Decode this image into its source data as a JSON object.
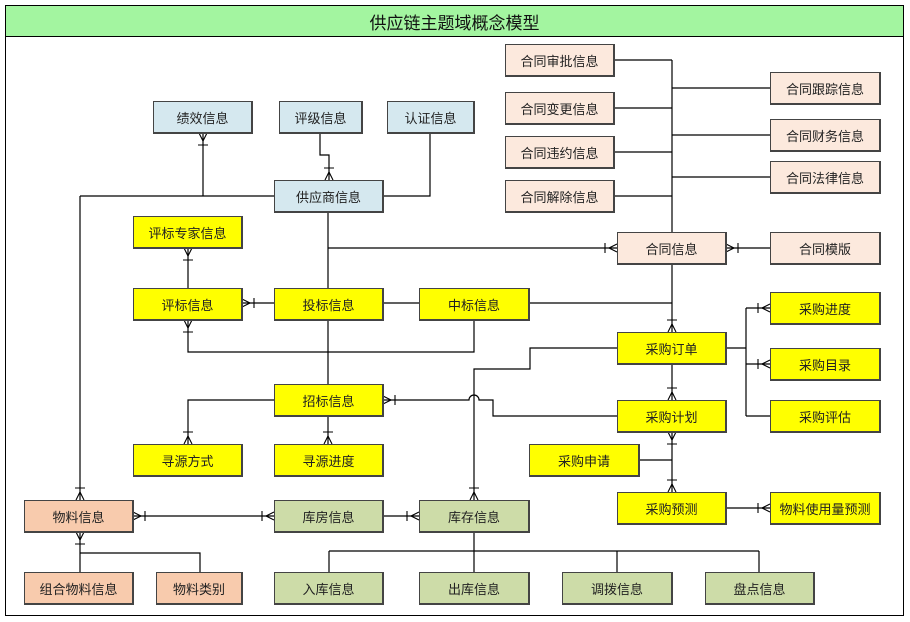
{
  "title": "供应链主题域概念模型",
  "colors": {
    "title_bar": "#A3F5A0",
    "supplier": "#D5E8EF",
    "bidding": "#FFFF00",
    "contract": "#FCE9DD",
    "purchase": "#FFFF00",
    "material": "#F8CBAD",
    "warehouse": "#CDDCA8",
    "line": "#000000"
  },
  "entities": {
    "performance": {
      "label": "绩效信息",
      "group": "supplier"
    },
    "rating": {
      "label": "评级信息",
      "group": "supplier"
    },
    "certification": {
      "label": "认证信息",
      "group": "supplier"
    },
    "supplier": {
      "label": "供应商信息",
      "group": "supplier"
    },
    "bid_expert": {
      "label": "评标专家信息",
      "group": "bidding"
    },
    "bid_evaluation": {
      "label": "评标信息",
      "group": "bidding"
    },
    "bid_submission": {
      "label": "投标信息",
      "group": "bidding"
    },
    "bid_award": {
      "label": "中标信息",
      "group": "bidding"
    },
    "tender": {
      "label": "招标信息",
      "group": "bidding"
    },
    "sourcing_method": {
      "label": "寻源方式",
      "group": "bidding"
    },
    "sourcing_progress": {
      "label": "寻源进度",
      "group": "bidding"
    },
    "contract_approval": {
      "label": "合同审批信息",
      "group": "contract"
    },
    "contract_change": {
      "label": "合同变更信息",
      "group": "contract"
    },
    "contract_breach": {
      "label": "合同违约信息",
      "group": "contract"
    },
    "contract_termination": {
      "label": "合同解除信息",
      "group": "contract"
    },
    "contract_tracking": {
      "label": "合同跟踪信息",
      "group": "contract"
    },
    "contract_finance": {
      "label": "合同财务信息",
      "group": "contract"
    },
    "contract_legal": {
      "label": "合同法律信息",
      "group": "contract"
    },
    "contract": {
      "label": "合同信息",
      "group": "contract"
    },
    "contract_template": {
      "label": "合同模版",
      "group": "contract"
    },
    "purchase_order": {
      "label": "采购订单",
      "group": "purchase"
    },
    "purchase_progress": {
      "label": "采购进度",
      "group": "purchase"
    },
    "purchase_catalog": {
      "label": "采购目录",
      "group": "purchase"
    },
    "purchase_evaluation": {
      "label": "采购评估",
      "group": "purchase"
    },
    "purchase_plan": {
      "label": "采购计划",
      "group": "purchase"
    },
    "purchase_request": {
      "label": "采购申请",
      "group": "purchase"
    },
    "purchase_forecast": {
      "label": "采购预测",
      "group": "purchase"
    },
    "material_usage_forecast": {
      "label": "物料使用量预测",
      "group": "purchase"
    },
    "material": {
      "label": "物料信息",
      "group": "material"
    },
    "combined_material": {
      "label": "组合物料信息",
      "group": "material"
    },
    "material_category": {
      "label": "物料类别",
      "group": "material"
    },
    "warehouse": {
      "label": "库房信息",
      "group": "warehouse"
    },
    "inventory": {
      "label": "库存信息",
      "group": "warehouse"
    },
    "stock_in": {
      "label": "入库信息",
      "group": "warehouse"
    },
    "stock_out": {
      "label": "出库信息",
      "group": "warehouse"
    },
    "transfer": {
      "label": "调拨信息",
      "group": "warehouse"
    },
    "stocktake": {
      "label": "盘点信息",
      "group": "warehouse"
    }
  }
}
